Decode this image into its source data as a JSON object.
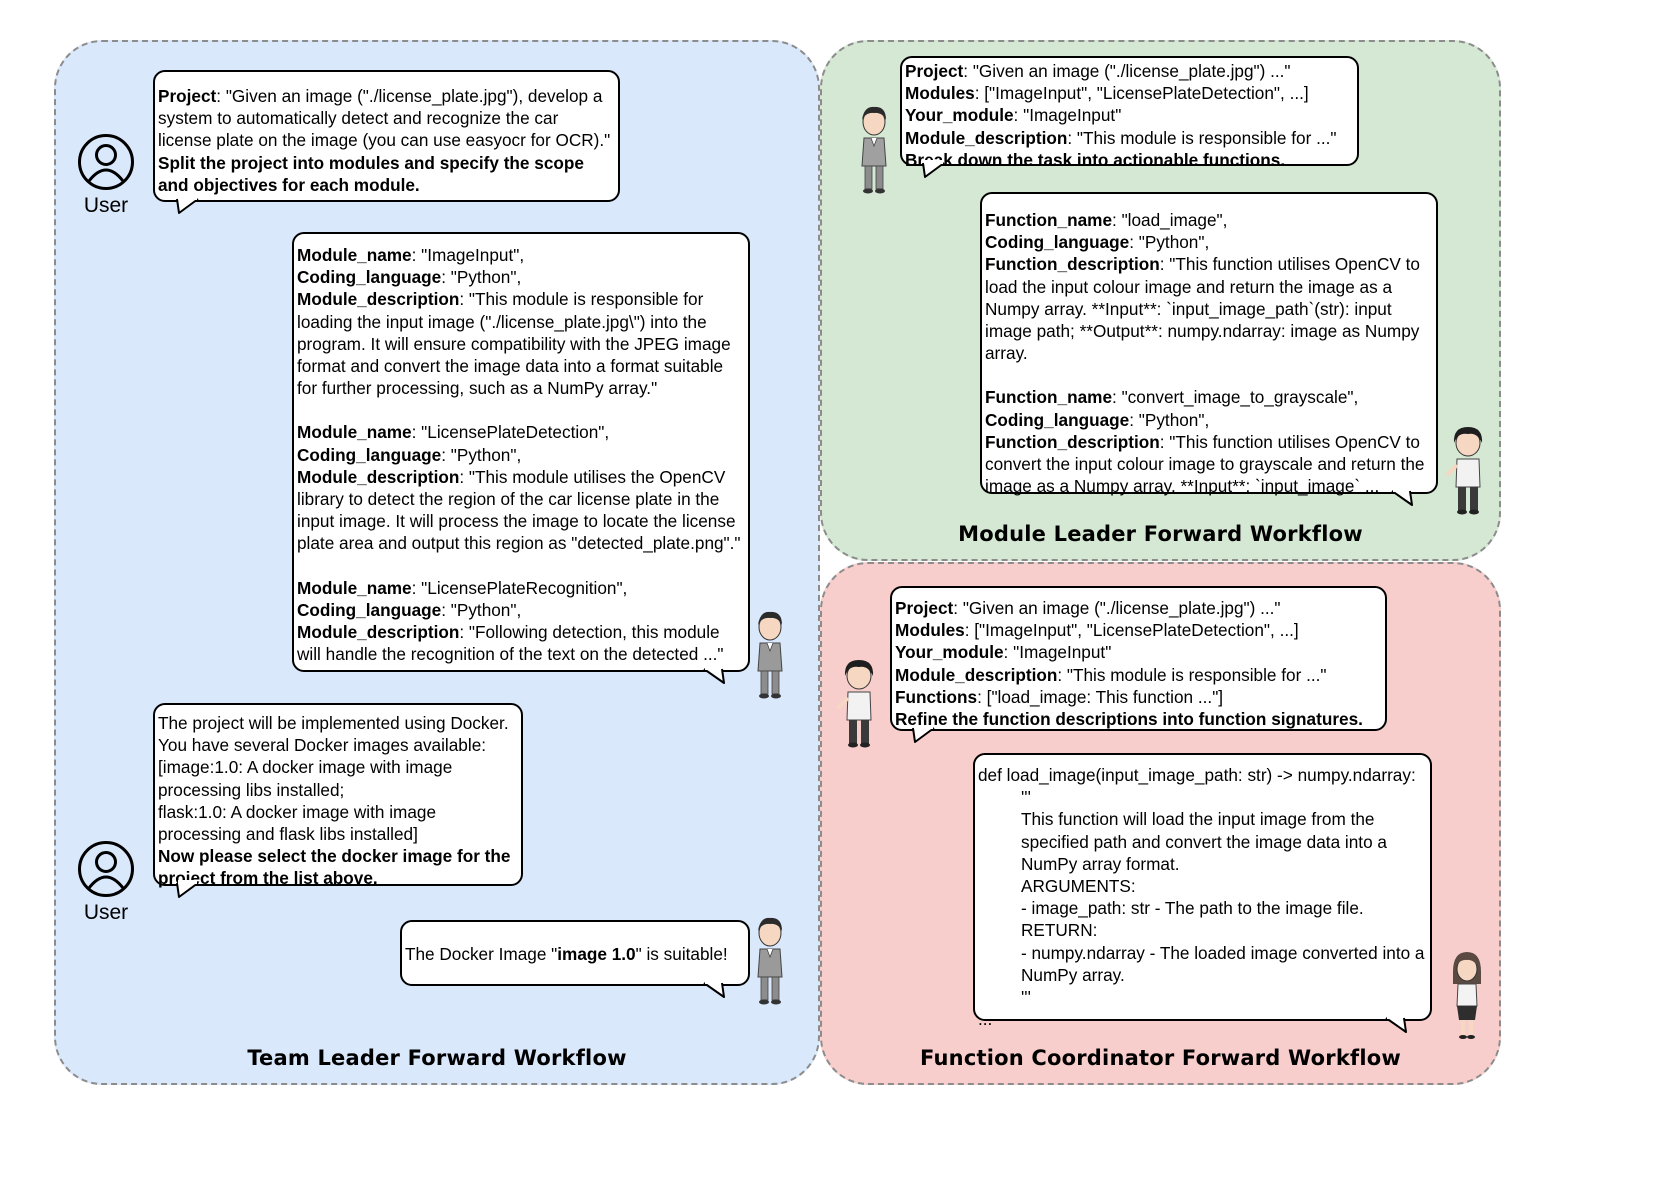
{
  "colors": {
    "team_panel": "#dae8fc",
    "module_panel": "#d5e8d4",
    "function_panel": "#f8cecc"
  },
  "team": {
    "title": "Team Leader Forward Workflow",
    "user_label": "User",
    "user_msg1": [
      [
        {
          "b": "Project"
        },
        {
          "t": ": \"Given an image (\"./license_plate.jpg\"), develop a"
        }
      ],
      [
        {
          "t": "system to automatically detect and recognize the car"
        }
      ],
      [
        {
          "t": "license plate on the image (you can use easyocr for OCR).\""
        }
      ],
      [
        {
          "b": "Split the project into modules and specify the scope"
        }
      ],
      [
        {
          "b": "and objectives for each module."
        }
      ]
    ],
    "leader_msg1": [
      [
        {
          "b": "Module_name"
        },
        {
          "t": ": \"ImageInput\","
        }
      ],
      [
        {
          "b": "Coding_language"
        },
        {
          "t": ": \"Python\","
        }
      ],
      [
        {
          "b": "Module_description"
        },
        {
          "t": ": \"This module is responsible for"
        }
      ],
      [
        {
          "t": "loading the input image (\"./license_plate.jpg\\\") into the"
        }
      ],
      [
        {
          "t": "program. It will ensure compatibility with the JPEG image"
        }
      ],
      [
        {
          "t": "format and convert the image data into a format suitable"
        }
      ],
      [
        {
          "t": "for further processing, such as a NumPy array.\""
        }
      ],
      [],
      [
        {
          "b": "Module_name"
        },
        {
          "t": ": \"LicensePlateDetection\","
        }
      ],
      [
        {
          "b": "Coding_language"
        },
        {
          "t": ": \"Python\","
        }
      ],
      [
        {
          "b": "Module_description"
        },
        {
          "t": ": \"This module utilises the OpenCV"
        }
      ],
      [
        {
          "t": "library to detect the region of the car license plate in the"
        }
      ],
      [
        {
          "t": "input image. It will process the image to locate the license"
        }
      ],
      [
        {
          "t": "plate area and output this region as \"detected_plate.png\".\""
        }
      ],
      [],
      [
        {
          "b": "Module_name"
        },
        {
          "t": ": \"LicensePlateRecognition\","
        }
      ],
      [
        {
          "b": "Coding_language"
        },
        {
          "t": ": \"Python\","
        }
      ],
      [
        {
          "b": "Module_description"
        },
        {
          "t": ": \"Following detection, this module"
        }
      ],
      [
        {
          "t": "will handle the recognition of the text on the detected ...\""
        }
      ]
    ],
    "user_msg2": [
      [
        {
          "t": "The project will be implemented using Docker."
        }
      ],
      [
        {
          "t": "You have several Docker images available:"
        }
      ],
      [
        {
          "t": "[image:1.0: A docker image with image"
        }
      ],
      [
        {
          "t": "processing libs installed;"
        }
      ],
      [
        {
          "t": "flask:1.0: A docker image with image"
        }
      ],
      [
        {
          "t": "processing and flask libs installed]"
        }
      ],
      [
        {
          "b": "Now please select the docker image for the"
        }
      ],
      [
        {
          "b": "project from the list above."
        }
      ]
    ],
    "leader_msg2": [
      [
        {
          "t": "The Docker Image \""
        },
        {
          "b": "image 1.0"
        },
        {
          "t": "\" is suitable!"
        }
      ]
    ]
  },
  "module": {
    "title": "Module Leader Forward Workflow",
    "prompt": [
      [
        {
          "b": "Project"
        },
        {
          "t": ": \"Given an image (\"./license_plate.jpg\") ...\""
        }
      ],
      [
        {
          "b": "Modules"
        },
        {
          "t": ": [\"ImageInput\", \"LicensePlateDetection\", ...]"
        }
      ],
      [
        {
          "b": "Your_module"
        },
        {
          "t": ": \"ImageInput\""
        }
      ],
      [
        {
          "b": "Module_description"
        },
        {
          "t": ": \"This module is responsible for ...\""
        }
      ],
      [
        {
          "b": "Break down the task into actionable functions."
        }
      ]
    ],
    "response": [
      [
        {
          "b": "Function_name"
        },
        {
          "t": ": \"load_image\","
        }
      ],
      [
        {
          "b": "Coding_language"
        },
        {
          "t": ": \"Python\","
        }
      ],
      [
        {
          "b": "Function_description"
        },
        {
          "t": ": \"This function utilises OpenCV to"
        }
      ],
      [
        {
          "t": "load the input colour image and return the image as a"
        }
      ],
      [
        {
          "t": "Numpy array. **Input**: `input_image_path`(str): input"
        }
      ],
      [
        {
          "t": "image path; **Output**: numpy.ndarray: image as Numpy"
        }
      ],
      [
        {
          "t": "array."
        }
      ],
      [],
      [
        {
          "b": "Function_name"
        },
        {
          "t": ": \"convert_image_to_grayscale\","
        }
      ],
      [
        {
          "b": "Coding_language"
        },
        {
          "t": ": \"Python\","
        }
      ],
      [
        {
          "b": "Function_description"
        },
        {
          "t": ": \"This function utilises OpenCV to"
        }
      ],
      [
        {
          "t": "convert the input colour image to grayscale and return the"
        }
      ],
      [
        {
          "t": "image as a Numpy array. **Input**: `input_image` ..."
        }
      ]
    ]
  },
  "function": {
    "title": "Function Coordinator Forward Workflow",
    "prompt": [
      [
        {
          "b": "Project"
        },
        {
          "t": ": \"Given an image (\"./license_plate.jpg\") ...\""
        }
      ],
      [
        {
          "b": "Modules"
        },
        {
          "t": ": [\"ImageInput\", \"LicensePlateDetection\", ...]"
        }
      ],
      [
        {
          "b": "Your_module"
        },
        {
          "t": ": \"ImageInput\""
        }
      ],
      [
        {
          "b": "Module_description"
        },
        {
          "t": ": \"This module is responsible for ...\""
        }
      ],
      [
        {
          "b": "Functions"
        },
        {
          "t": ": [\"load_image: This function ...\"]"
        }
      ],
      [
        {
          "b": "Refine the function descriptions into function signatures."
        }
      ]
    ],
    "response": [
      [
        {
          "t": "def load_image(input_image_path: str) -> numpy.ndarray:"
        }
      ],
      [
        {
          "i": "'''"
        }
      ],
      [
        {
          "i": "This function will load the input image from the"
        }
      ],
      [
        {
          "i": "specified path and convert the image data into a"
        }
      ],
      [
        {
          "i": "NumPy array format."
        }
      ],
      [
        {
          "i": "ARGUMENTS:"
        }
      ],
      [
        {
          "i": " - image_path: str - The path to the image file."
        }
      ],
      [
        {
          "i": "RETURN:"
        }
      ],
      [
        {
          "i": " - numpy.ndarray - The loaded image converted into a"
        }
      ],
      [
        {
          "i": "NumPy array."
        }
      ],
      [
        {
          "i": "'''"
        }
      ],
      [
        {
          "t": "..."
        }
      ]
    ]
  }
}
